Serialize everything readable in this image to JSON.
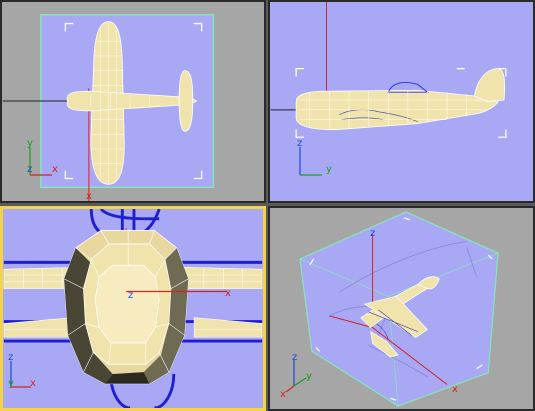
{
  "app": {
    "colors": {
      "background": "#5a5a5a",
      "viewport_gray": "#a6a6a6",
      "viewport_blue": "#a8a8f4",
      "active_border": "#f2d34a",
      "safe_frame": "#84e6b8",
      "model_wire": "#ffffff",
      "model_fill": "#f1e3ac",
      "axis_x": "#d92020",
      "axis_y": "#16a316",
      "axis_z": "#1a4ad8"
    }
  },
  "viewports": [
    {
      "id": "top",
      "active": false,
      "axes": {
        "x": "x",
        "y": "y",
        "z": "z"
      },
      "model_icon": "plane-top-icon"
    },
    {
      "id": "left",
      "active": false,
      "axes": {
        "x": "",
        "y": "y",
        "z": "z"
      },
      "model_icon": "plane-side-icon"
    },
    {
      "id": "front",
      "active": true,
      "axes": {
        "x": "x",
        "y": "y",
        "z": "z"
      },
      "model_icon": "cowling-front-icon"
    },
    {
      "id": "perspective",
      "active": false,
      "axes": {
        "x": "x",
        "y": "y",
        "z": "z"
      },
      "model_icon": "plane-perspective-icon"
    }
  ]
}
